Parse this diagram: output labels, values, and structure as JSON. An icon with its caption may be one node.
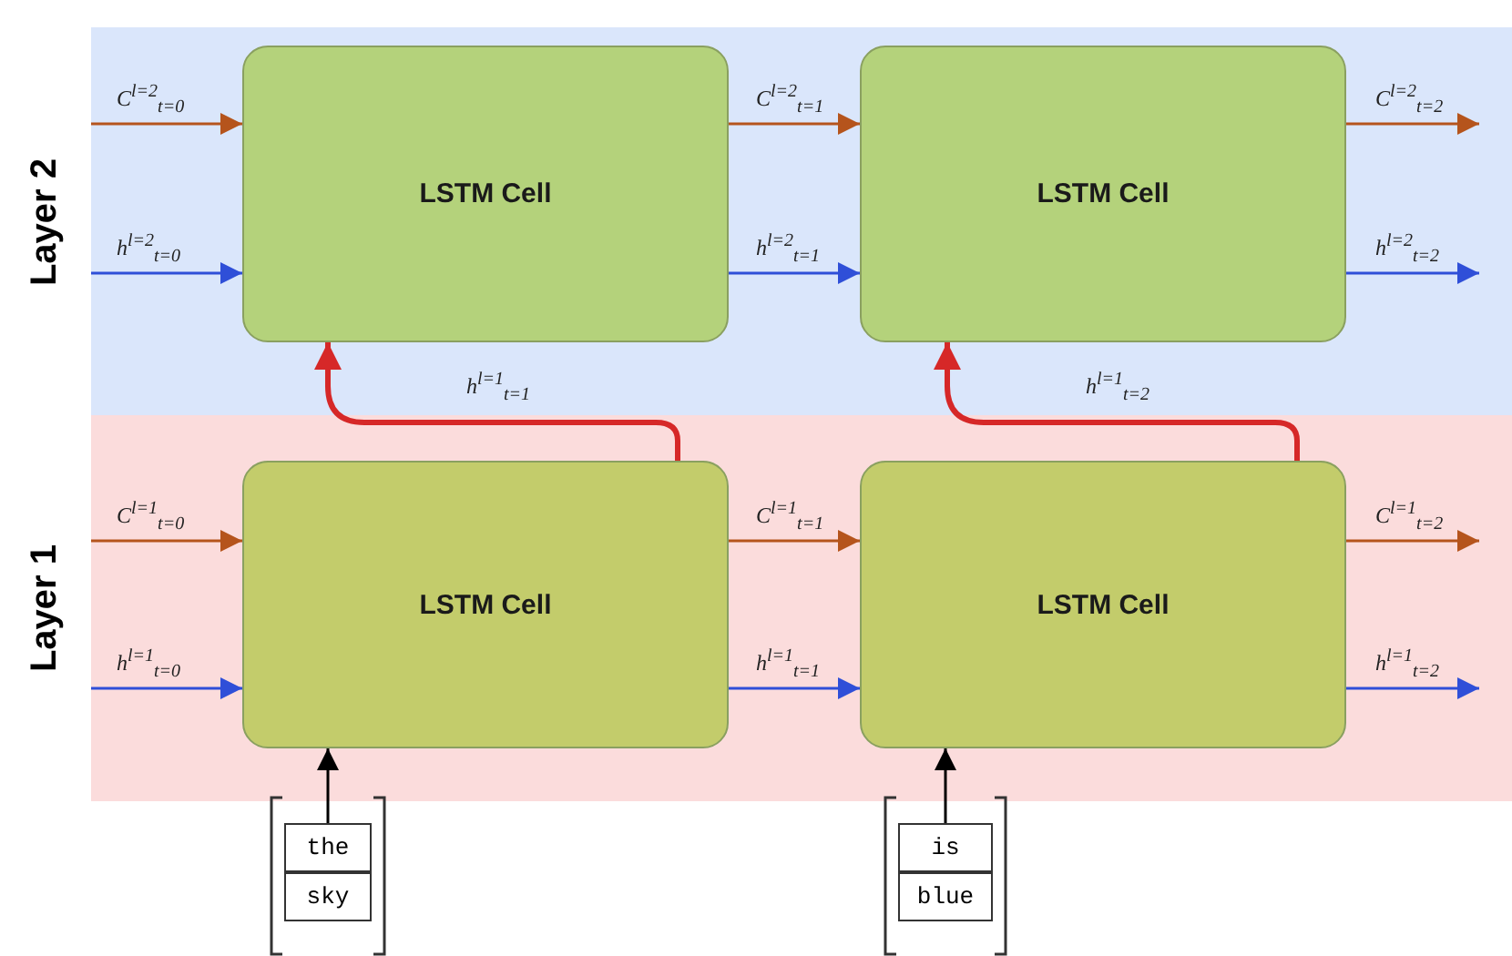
{
  "diagram": {
    "nodes": [
      {
        "text": [
          "Layer 2"
        ]
      },
      {
        "text": [
          "LSTM Cell"
        ],
        "in": 0
      },
      {
        "text": [
          "LSTM Cell"
        ],
        "in": 0
      },
      {
        "text": [
          "Layer 1"
        ]
      },
      {
        "text": [
          "LSTM Cell"
        ],
        "in": 3
      },
      {
        "text": [
          "LSTM Cell"
        ],
        "in": 3
      },
      {
        "text": [
          "the"
        ]
      },
      {
        "text": [
          "sky"
        ]
      },
      {
        "text": [
          "is"
        ]
      },
      {
        "text": [
          "blue"
        ]
      }
    ],
    "edges": [
      {
        "from": null,
        "to": 1,
        "arrow": "to",
        "label": "C$^{l=2}$$_{t=0}$",
        "color": "#b5541c"
      },
      {
        "from": null,
        "to": 1,
        "arrow": "to",
        "label": "h$^{l=2}$$_{t=0}$",
        "color": "#2f4fd8"
      },
      {
        "from": 1,
        "to": 2,
        "arrow": "to",
        "label": "C$^{l=2}$$_{t=1}$",
        "color": "#b5541c"
      },
      {
        "from": 1,
        "to": 2,
        "arrow": "to",
        "label": "h$^{l=2}$$_{t=1}$",
        "color": "#2f4fd8"
      },
      {
        "from": 2,
        "to": null,
        "arrow": "to",
        "label": "C$^{l=2}$$_{t=2}$",
        "color": "#b5541c"
      },
      {
        "from": 2,
        "to": null,
        "arrow": "to",
        "label": "h$^{l=2}$$_{t=2}$",
        "color": "#2f4fd8"
      },
      {
        "from": 4,
        "to": 1,
        "arrow": "to",
        "label": "h$^{l=1}$$_{t=1}$",
        "style": "thick",
        "color": "#d62828"
      },
      {
        "from": 5,
        "to": 2,
        "arrow": "to",
        "label": "h$^{l=1}$$_{t=2}$",
        "style": "thick",
        "color": "#d62828"
      },
      {
        "from": null,
        "to": 4,
        "arrow": "to",
        "label": "C$^{l=1}$$_{t=0}$",
        "color": "#b5541c"
      },
      {
        "from": null,
        "to": 4,
        "arrow": "to",
        "label": "h$^{l=1}$$_{t=0}$",
        "color": "#2f4fd8"
      },
      {
        "from": 4,
        "to": 5,
        "arrow": "to",
        "label": "C$^{l=1}$$_{t=1}$",
        "color": "#b5541c"
      },
      {
        "from": 4,
        "to": 5,
        "arrow": "to",
        "label": "h$^{l=1}$$_{t=1}$",
        "color": "#2f4fd8"
      },
      {
        "from": 5,
        "to": null,
        "arrow": "to",
        "label": "C$^{l=1}$$_{t=2}$",
        "color": "#b5541c"
      },
      {
        "from": 5,
        "to": null,
        "arrow": "to",
        "label": "h$^{l=1}$$_{t=2}$",
        "color": "#2f4fd8"
      },
      {
        "from": 6,
        "to": 4,
        "arrow": "to",
        "color": "#000000"
      },
      {
        "from": 8,
        "to": 5,
        "arrow": "to",
        "color": "#000000"
      }
    ]
  }
}
